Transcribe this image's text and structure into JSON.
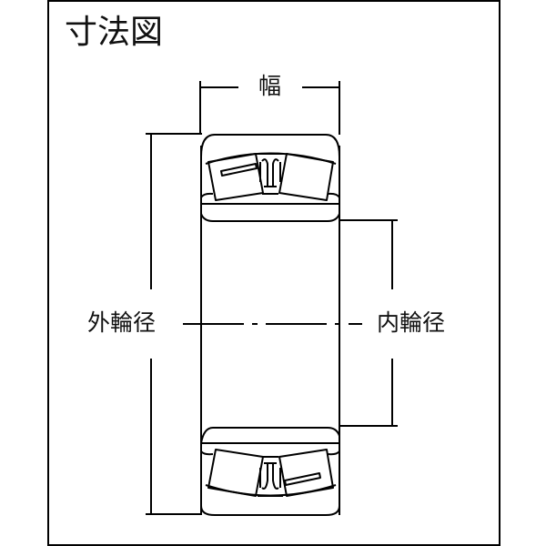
{
  "title": "寸法図",
  "labels": {
    "width": "幅",
    "outer_diameter": "外輪径",
    "inner_diameter": "内輪径"
  },
  "colors": {
    "line": "#000000",
    "background": "#ffffff"
  },
  "subject": "spherical-roller-bearing-cross-section"
}
